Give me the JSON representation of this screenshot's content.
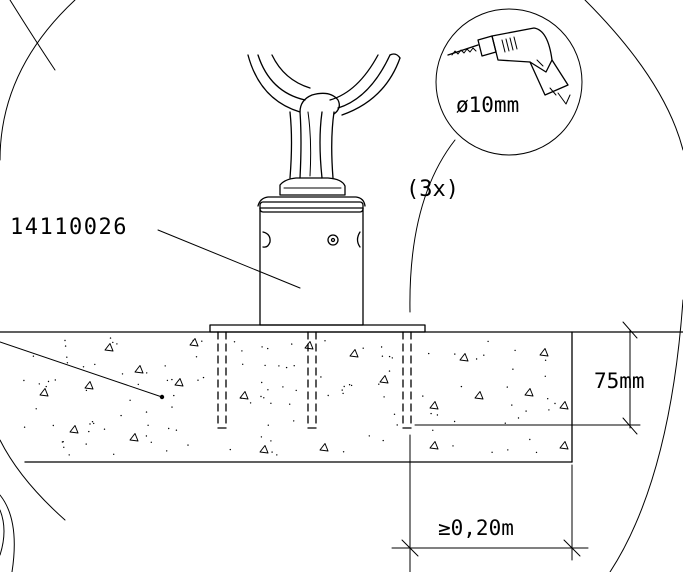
{
  "labels": {
    "part_number": "14110026",
    "drill_diameter": "ø10mm",
    "quantity": "(3x)",
    "depth": "75mm",
    "distance": "≥0,20m"
  },
  "icons": {
    "drill": "drill-icon",
    "anchor": "anchor-bolt-icon"
  }
}
